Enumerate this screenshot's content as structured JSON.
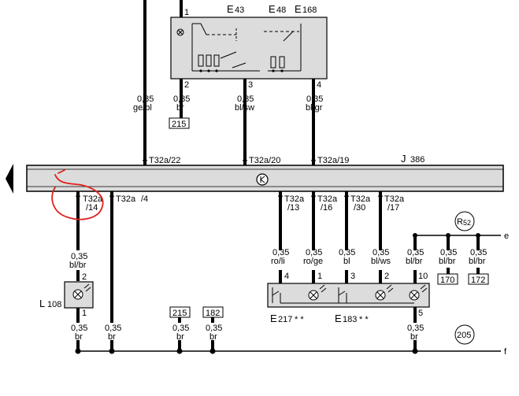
{
  "module": {
    "name": "J",
    "number": "386",
    "bus_connectors": [
      "T32a/22",
      "T32a/20",
      "T32a/19"
    ],
    "pins_left": [
      {
        "prefix": "T32a",
        "suffix": "/14"
      },
      {
        "prefix": "T32a",
        "suffix": "/4"
      }
    ],
    "pins_right": [
      {
        "prefix": "T32a",
        "suffix": "/13"
      },
      {
        "prefix": "T32a",
        "suffix": "/16"
      },
      {
        "prefix": "T32a",
        "suffix": "/30"
      },
      {
        "prefix": "T32a",
        "suffix": "/17"
      }
    ]
  },
  "switch_block": {
    "labels": [
      {
        "main": "E",
        "sub": "43"
      },
      {
        "main": "E",
        "sub": "48"
      },
      {
        "main": "E",
        "sub": "168"
      }
    ],
    "pins": [
      "1",
      "2",
      "3",
      "4"
    ],
    "wires": [
      {
        "gauge": "0,35",
        "color": "br"
      },
      {
        "gauge": "0,35",
        "color": "bl/sw"
      },
      {
        "gauge": "0,35",
        "color": "bl/gr"
      }
    ],
    "ref_box": "215"
  },
  "left_wire": {
    "gauge": "0,35",
    "color": "ge/bl"
  },
  "lamp_l108": {
    "main": "L",
    "sub": "108",
    "pin_top": "2",
    "pin_bottom": "1",
    "wire_top": {
      "gauge": "0,35",
      "color": "bl/br"
    },
    "wire_bottom": {
      "gauge": "0,35",
      "color": "br"
    }
  },
  "ground_wires": [
    {
      "gauge": "0,35",
      "color": "br"
    },
    {
      "gauge": "0,35",
      "color": "br",
      "ref": "215"
    },
    {
      "gauge": "0,35",
      "color": "br",
      "ref": "182"
    }
  ],
  "right_block": {
    "wires": [
      {
        "gauge": "0,35",
        "color": "ro/li"
      },
      {
        "gauge": "0,35",
        "color": "ro/ge"
      },
      {
        "gauge": "0,35",
        "color": "bl"
      },
      {
        "gauge": "0,35",
        "color": "bl/ws"
      },
      {
        "gauge": "0,35",
        "color": "bl/br"
      }
    ],
    "pins": [
      "4",
      "1",
      "3",
      "2",
      "10",
      "5"
    ],
    "label_e217": {
      "main": "E",
      "sub": "217",
      "stars": "* *"
    },
    "label_e183": {
      "main": "E",
      "sub": "183",
      "stars": "* *"
    },
    "bottom_wire": {
      "gauge": "0,35",
      "color": "br"
    }
  },
  "ring_branches": [
    {
      "gauge": "0,35",
      "color": "bl/br",
      "ref": "170"
    },
    {
      "gauge": "0,35",
      "color": "bl/br",
      "ref": "172"
    }
  ],
  "relay_ref": {
    "main": "R",
    "sub": "52"
  },
  "circle_ref": "205",
  "line_end_e": "e",
  "line_end_f": "f",
  "accent_color": "#e0201c"
}
